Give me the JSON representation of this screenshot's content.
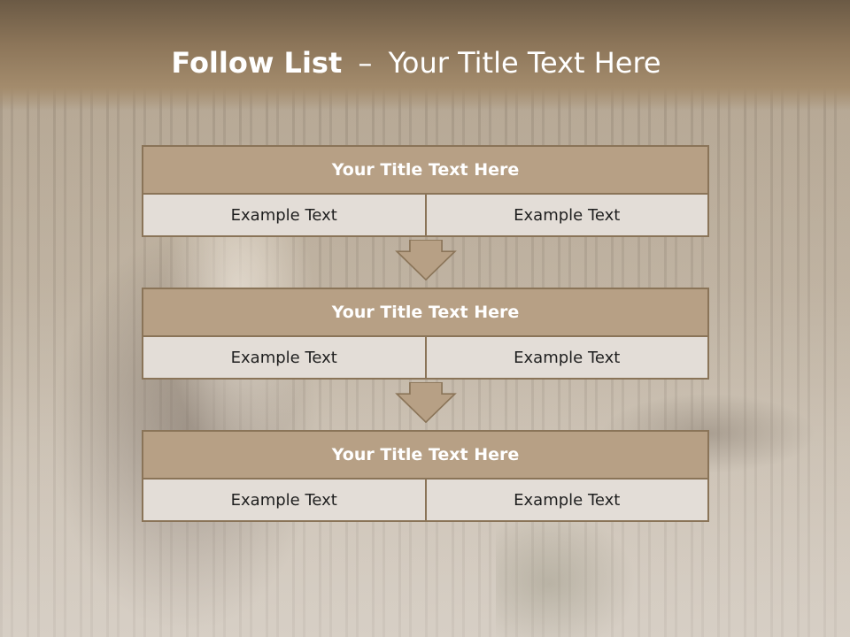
{
  "slide": {
    "title_bold": "Follow List",
    "title_separator": "–",
    "title_rest": "Your Title Text Here"
  },
  "blocks": [
    {
      "title": "Your Title Text Here",
      "left": "Example Text",
      "right": "Example Text"
    },
    {
      "title": "Your Title Text Here",
      "left": "Example Text",
      "right": "Example Text"
    },
    {
      "title": "Your Title Text Here",
      "left": "Example Text",
      "right": "Example Text"
    }
  ],
  "colors": {
    "header_bar": "#8c7559",
    "block_title_fill": "#b7a085",
    "cell_fill": "#e3ddd7",
    "border": "#8a7458",
    "arrow_fill": "#b7a085"
  },
  "icons": [
    "down-arrow-icon",
    "down-arrow-icon"
  ]
}
